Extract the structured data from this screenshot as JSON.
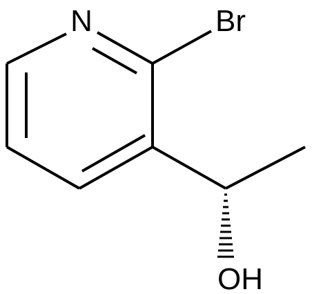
{
  "molecule": {
    "atoms": {
      "nitrogen": "N",
      "bromine": "Br",
      "hydroxyl": "OH"
    }
  },
  "colors": {
    "bond": "#000000",
    "label": "#000000",
    "background": "#ffffff"
  }
}
